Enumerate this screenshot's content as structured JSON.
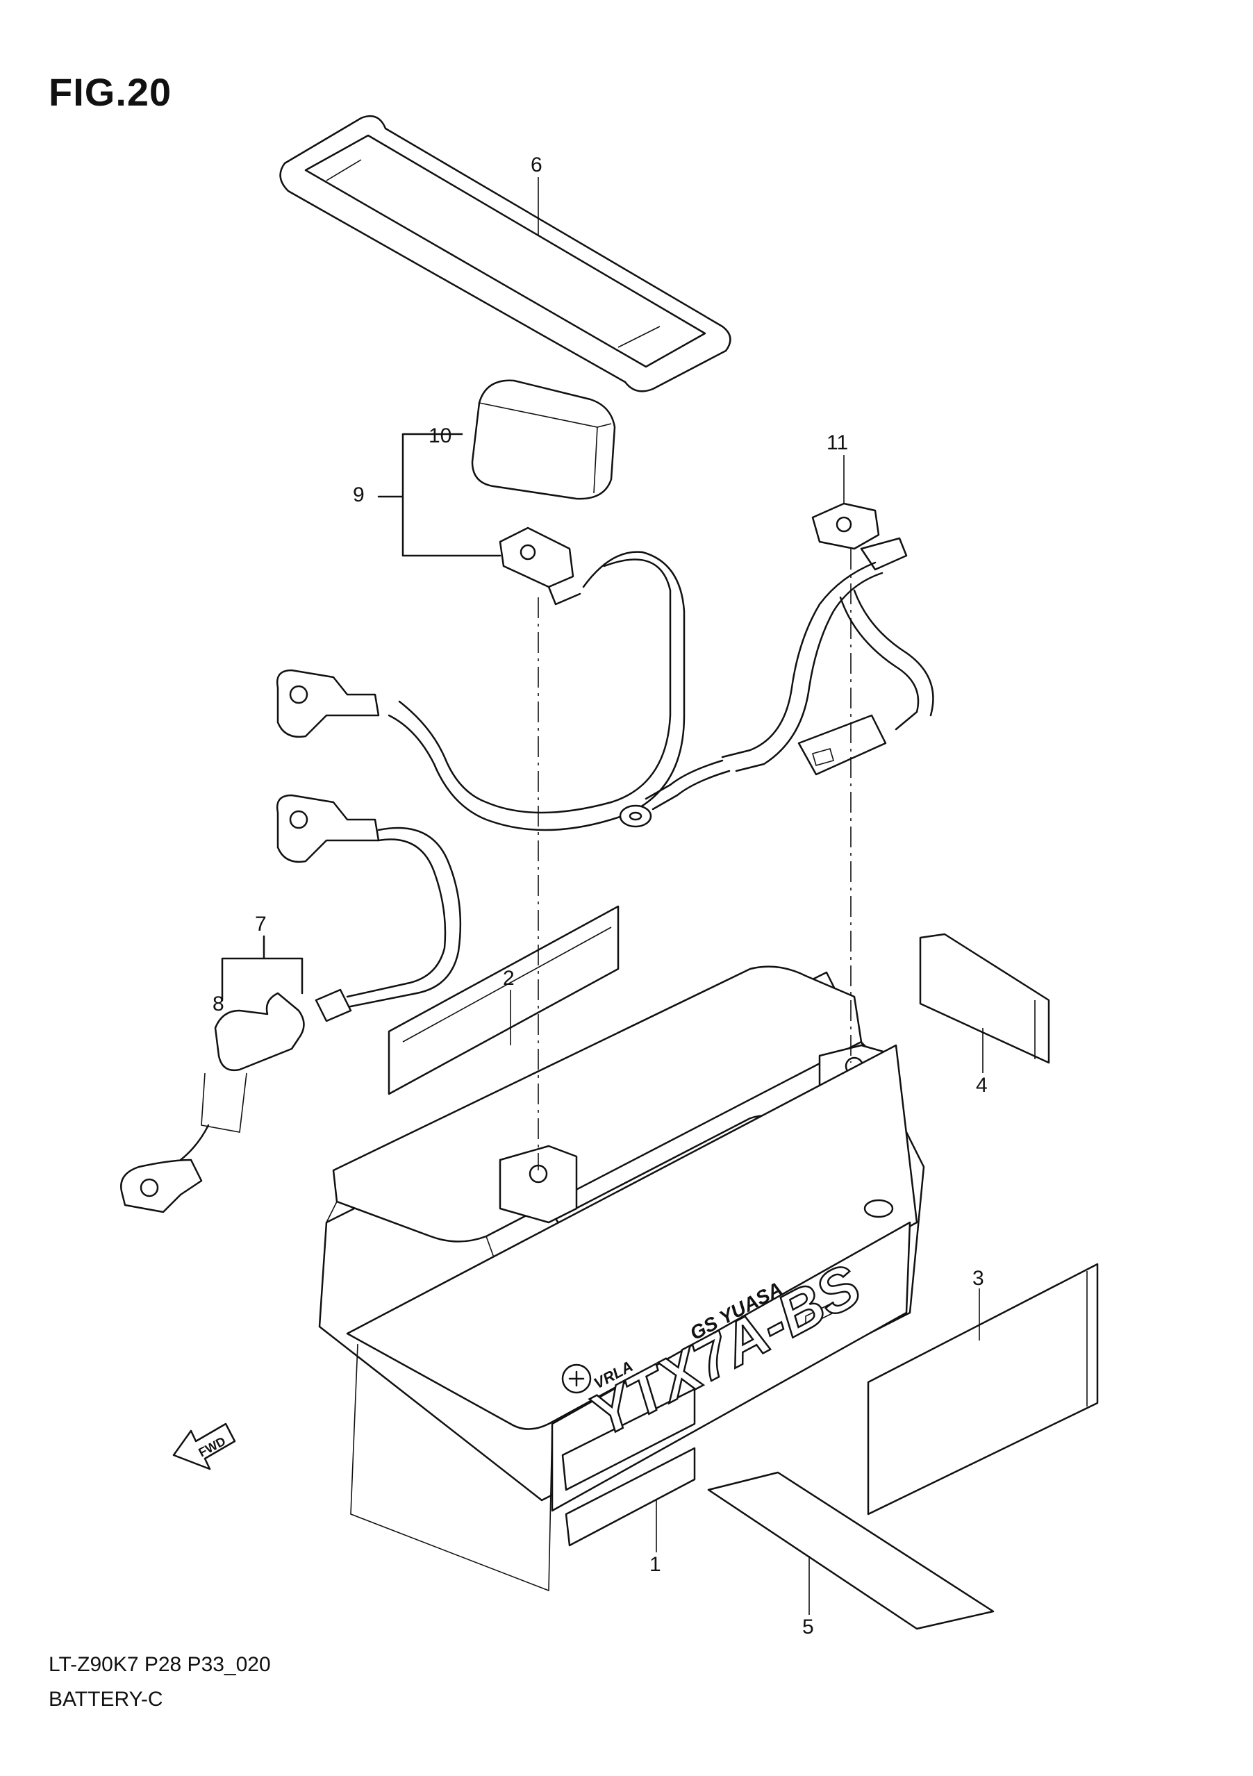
{
  "figure": {
    "title": "FIG.20",
    "code": "LT-Z90K7 P28 P33_020",
    "name": "BATTERY-C"
  },
  "callouts": [
    "1",
    "2",
    "3",
    "4",
    "5",
    "6",
    "7",
    "8",
    "9",
    "10",
    "11"
  ],
  "battery_markings": {
    "brand": "GS YUASA",
    "model": "YTX7A-BS",
    "type": "VRLA"
  },
  "direction_marker": "FWD"
}
